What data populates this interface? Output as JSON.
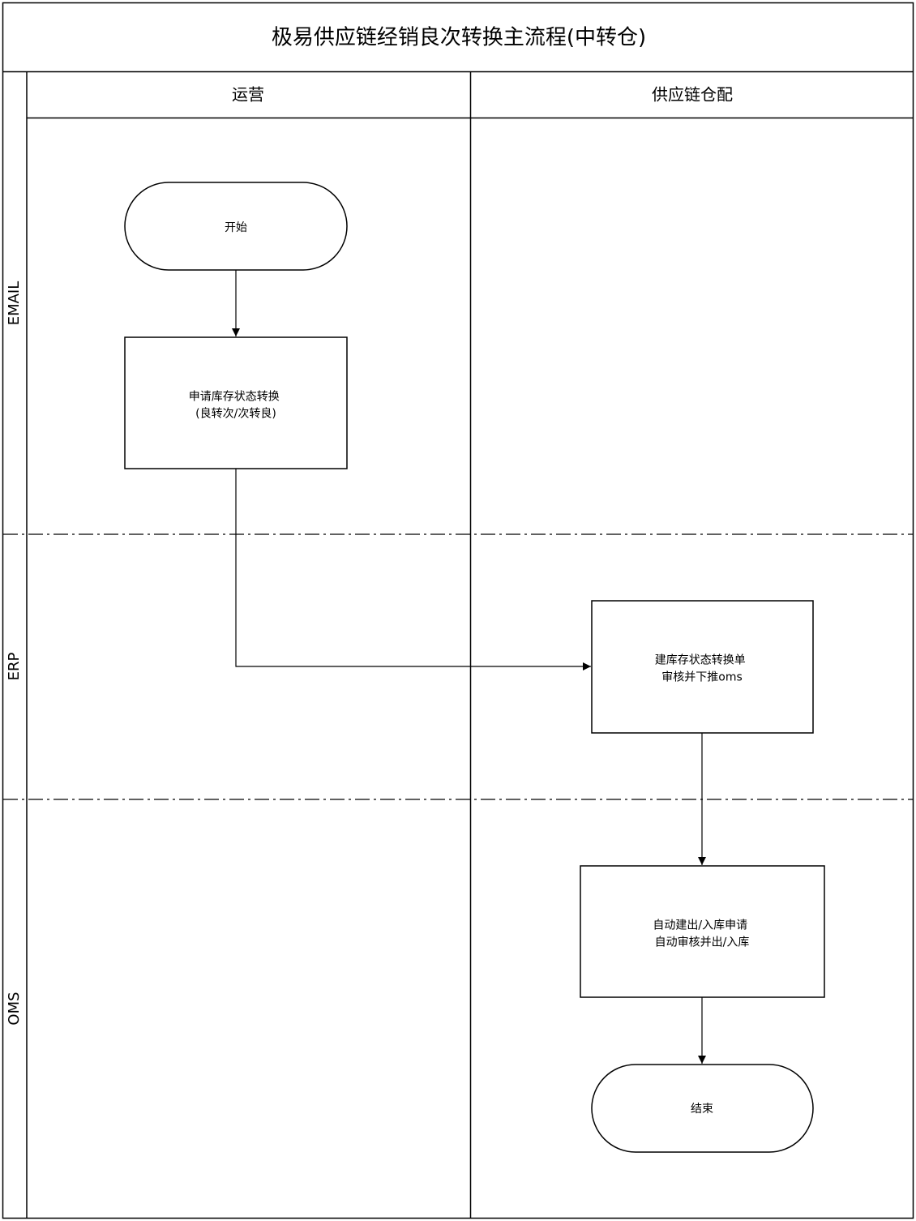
{
  "diagram": {
    "title": "极易供应链经销良次转换主流程(中转仓)",
    "lanes": {
      "ops": "运营",
      "supply": "供应链仓配"
    },
    "rows": {
      "email": "EMAIL",
      "erp": "ERP",
      "oms": "OMS"
    },
    "nodes": {
      "start": {
        "lines": [
          "开始"
        ]
      },
      "apply": {
        "lines": [
          "申请库存状态转换",
          "(良转次/次转良)"
        ]
      },
      "build": {
        "lines": [
          "建库存状态转换单",
          "审核并下推oms"
        ]
      },
      "auto": {
        "lines": [
          "自动建出/入库申请",
          "自动审核并出/入库"
        ]
      },
      "end": {
        "lines": [
          "结束"
        ]
      }
    },
    "edges": [
      {
        "from": "start",
        "to": "apply"
      },
      {
        "from": "apply",
        "to": "build"
      },
      {
        "from": "build",
        "to": "auto"
      },
      {
        "from": "auto",
        "to": "end"
      }
    ]
  }
}
